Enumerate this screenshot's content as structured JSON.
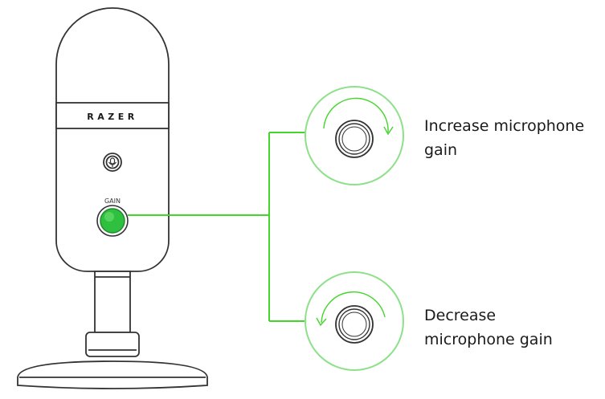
{
  "microphone": {
    "brand": "RAZER",
    "gain_label": "GAIN",
    "mute_icon": "microphone-mute-icon"
  },
  "callouts": {
    "increase": {
      "line1": "Increase microphone",
      "line2": "gain",
      "direction": "clockwise"
    },
    "decrease": {
      "line1": "Decrease",
      "line2": "microphone gain",
      "direction": "counterclockwise"
    }
  },
  "colors": {
    "accent_green": "#44d62c",
    "outline": "#333333",
    "knob_highlight": "#30c040",
    "ring_green": "#8ee08a"
  }
}
